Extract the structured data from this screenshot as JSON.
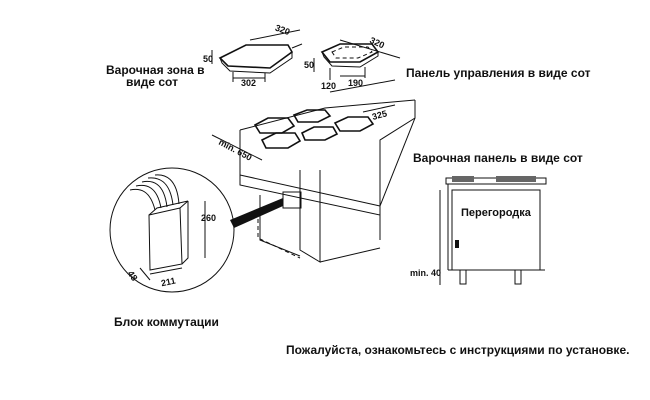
{
  "labels": {
    "hob_zone_line1": "Варочная зона в",
    "hob_zone_line2": "виде сот",
    "control_panel": "Панель управления в виде сот",
    "hob_panel": "Варочная панель в виде сот",
    "partition": "Перегородка",
    "min_40": "min. 40",
    "switch_block": "Блок коммутации",
    "instructions_note": "Пожалуйста, ознакомьтесь с инструкциями по установке."
  },
  "dimensions": {
    "zone_width": "320",
    "zone_height": "50",
    "zone_cutout": "302",
    "panel_width": "320",
    "panel_height": "50",
    "panel_depth": "120",
    "panel_cutout": "190",
    "worktop_depth": "325",
    "worktop_min": "min. 650",
    "box_height": "260",
    "box_depth": "48",
    "box_width": "211"
  }
}
